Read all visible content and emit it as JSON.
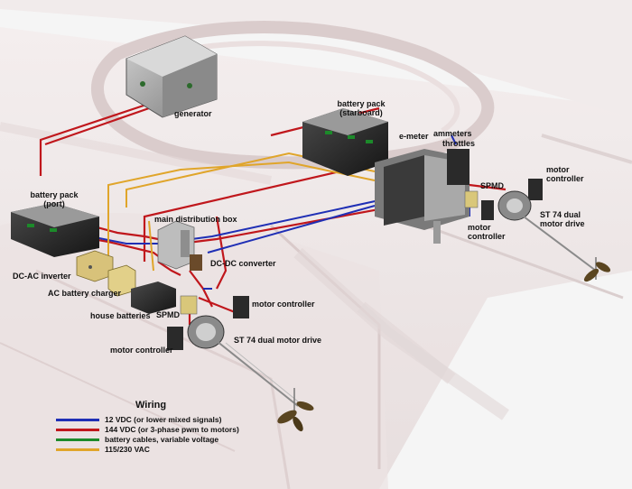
{
  "labels": {
    "generator": "generator",
    "battery_pack_starboard_1": "battery pack",
    "battery_pack_starboard_2": "(starboard)",
    "e_meter": "e-meter",
    "ammeters": "ammeters",
    "throttles": "throttles",
    "motor_controller_stbd_1": "motor",
    "motor_controller_stbd_2": "controller",
    "spmd_stbd": "SPMD",
    "motor_controller_stbd_lower_1": "motor",
    "motor_controller_stbd_lower_2": "controller",
    "st74_stbd_1": "ST 74 dual",
    "st74_stbd_2": "motor drive",
    "battery_pack_port_1": "battery pack",
    "battery_pack_port_2": "(port)",
    "main_distribution_box": "main distribution box",
    "dc_dc_converter": "DC-DC converter",
    "dc_ac_inverter": "DC-AC inverter",
    "ac_battery_charger": "AC battery charger",
    "house_batteries": "house batteries",
    "spmd_port": "SPMD",
    "motor_controller_port_upper": "motor controller",
    "st74_port": "ST 74 dual motor drive",
    "motor_controller_port_lower": "motor controller"
  },
  "legend": {
    "title": "Wiring",
    "items": [
      {
        "label": "12 VDC (or lower mixed signals)",
        "color": "#1f2fb5"
      },
      {
        "label": "144 VDC (or 3-phase pwm to motors)",
        "color": "#c0171c"
      },
      {
        "label": "battery cables, variable voltage",
        "color": "#1c8a2a"
      },
      {
        "label": "115/230 VAC",
        "color": "#e0a52a"
      }
    ]
  },
  "colors": {
    "blue": "#1f2fb5",
    "red": "#c0171c",
    "green": "#1c8a2a",
    "yellow": "#e0a52a",
    "hull": "#e8dede"
  }
}
